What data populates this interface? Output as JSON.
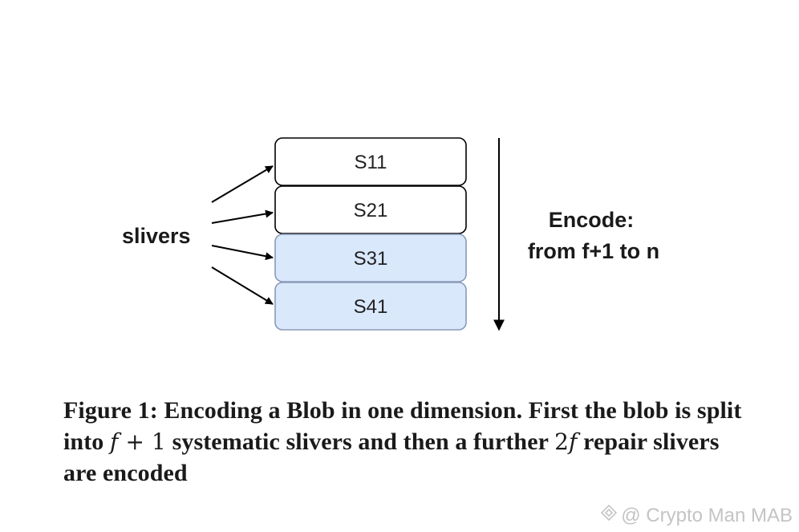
{
  "diagram": {
    "slivers_label": "slivers",
    "boxes": [
      {
        "label": "S11",
        "kind": "systematic"
      },
      {
        "label": "S21",
        "kind": "systematic"
      },
      {
        "label": "S31",
        "kind": "repair"
      },
      {
        "label": "S41",
        "kind": "repair"
      }
    ],
    "encode_line1": "Encode:",
    "encode_line2": "from f+1 to n",
    "colors": {
      "systematic_fill": "#ffffff",
      "repair_fill": "#dae8fc",
      "systematic_stroke": "#000000",
      "repair_stroke": "#8a9ab8"
    }
  },
  "caption": {
    "part1": "Figure 1: Encoding a Blob in one dimension. First the blob is split into ",
    "math1_f": "f",
    "math1_rest": " + 1",
    "part2": " systematic slivers and then a further ",
    "math2_num": "2",
    "math2_f": "f",
    "part3": " repair slivers are encoded"
  },
  "watermark": {
    "icon": "crypto-logo-icon",
    "text": "@ Crypto Man MAB"
  }
}
